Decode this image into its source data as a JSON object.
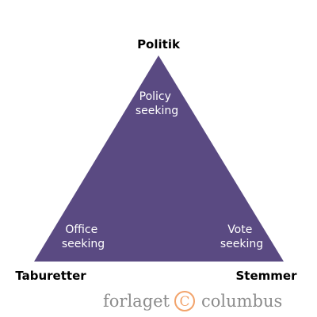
{
  "diagram": {
    "vertices": {
      "top": "Politik",
      "left": "Taburetter",
      "right": "Stemmer"
    },
    "corners": {
      "top": [
        "Policy",
        "seeking"
      ],
      "left": [
        "Office",
        "seeking"
      ],
      "right": [
        "Vote",
        "seeking"
      ]
    },
    "colors": {
      "triangle": "#5a4a82",
      "inner_text": "#ffffff",
      "vertex_text": "#000000",
      "logo_text": "#8c8c8c",
      "logo_mark": "#f2a36b"
    }
  },
  "logo": {
    "left_word": "forlaget",
    "mark": "C",
    "right_word": "columbus"
  }
}
